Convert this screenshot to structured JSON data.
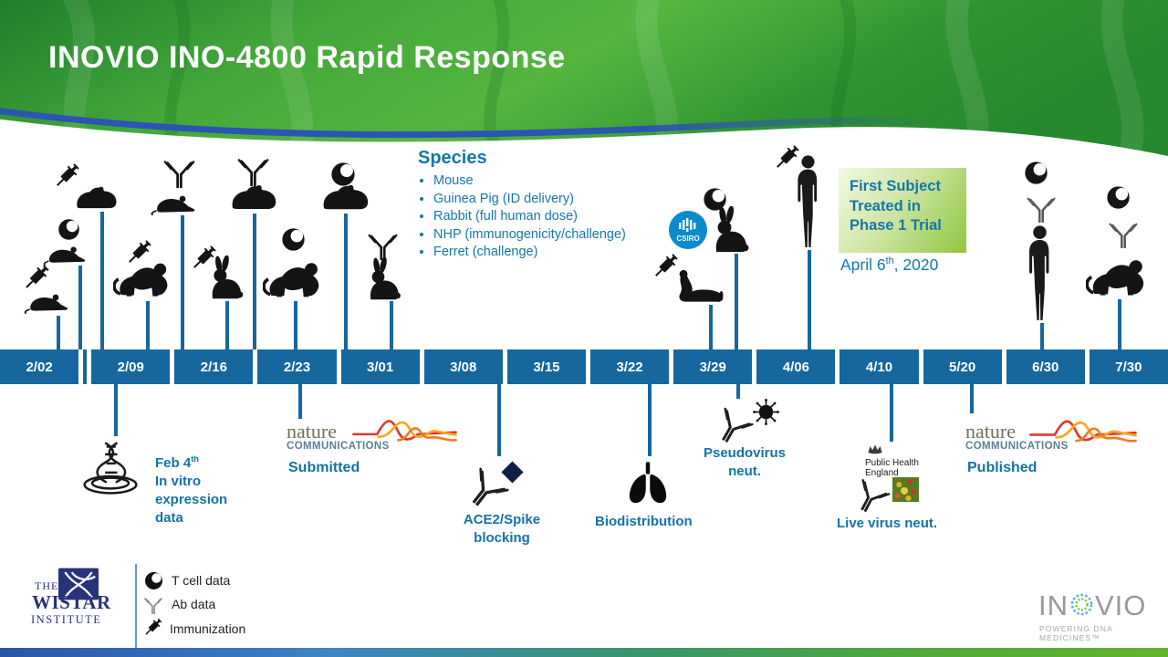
{
  "title": "INOVIO INO-4800 Rapid Response",
  "species": {
    "title": "Species",
    "items": [
      "Mouse",
      "Guinea Pig (ID delivery)",
      "Rabbit (full human dose)",
      "NHP (immunogenicity/challenge)",
      "Ferret (challenge)"
    ]
  },
  "first_subject": {
    "line1": "First Subject",
    "line2": "Treated in",
    "line3": "Phase 1 Trial",
    "date_prefix": "April 6",
    "date_sup": "th",
    "date_suffix": ", 2020"
  },
  "timeline": {
    "dates": [
      "2/02",
      "2/09",
      "2/16",
      "2/23",
      "3/01",
      "3/08",
      "3/15",
      "3/22",
      "3/29",
      "4/06",
      "4/10",
      "5/20",
      "6/30",
      "7/30"
    ]
  },
  "milestones": {
    "invitro": {
      "date_prefix": "Feb 4",
      "date_sup": "th",
      "line1": "In vitro",
      "line2": "expression",
      "line3": "data"
    },
    "submitted": "Submitted",
    "ace2": {
      "line1": "ACE2/Spike",
      "line2": "blocking"
    },
    "biodistribution": "Biodistribution",
    "pseudovirus": {
      "line1": "Pseudovirus",
      "line2": "neut."
    },
    "live_virus": "Live virus neut.",
    "published": "Published"
  },
  "logos": {
    "nature": {
      "name": "nature",
      "sub": "COMMUNICATIONS"
    },
    "phe": {
      "line1": "Public Health",
      "line2": "England"
    },
    "csiro": "CSIRO",
    "wistar": {
      "the": "THE",
      "name": "WISTAR",
      "institute": "INSTITUTE"
    },
    "inovio": {
      "part1": "IN",
      "part2": "VIO",
      "tagline": "POWERING DNA MEDICINES™"
    }
  },
  "legend": {
    "tcell": "T cell data",
    "ab": "Ab data",
    "immunization": "Immunization"
  },
  "colors": {
    "timeline_blue": "#15679E",
    "accent_teal": "#1472A8",
    "header_green": "#44A83A",
    "first_subject_box_green": "#8FC63F",
    "csiro_blue": "#0A8CCC",
    "wistar_navy": "#27337A",
    "inovio_gray": "#97999B",
    "nature_red": "#E2342B",
    "nature_orange": "#EF7D22",
    "nature_yellow": "#F7A81B"
  }
}
